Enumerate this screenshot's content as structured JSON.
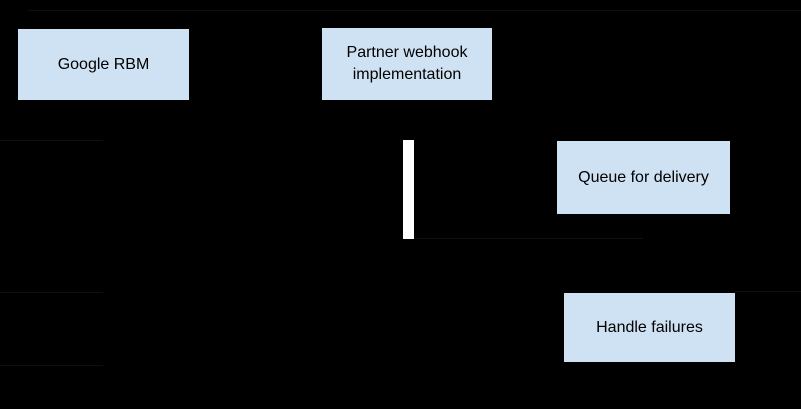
{
  "diagram": {
    "type": "sequence-flow-diagram",
    "colors": {
      "background": "#000000",
      "node_fill": "#cfe2f3",
      "node_text": "#000000",
      "activation_bar": "#ffffff",
      "faint_line": "#0e0f14"
    },
    "nodes": {
      "google_rbm": {
        "label": "Google RBM"
      },
      "partner_webhook": {
        "label": "Partner webhook implementation"
      },
      "queue_for_delivery": {
        "label": "Queue for delivery"
      },
      "handle_failures": {
        "label": "Handle failures"
      }
    }
  }
}
